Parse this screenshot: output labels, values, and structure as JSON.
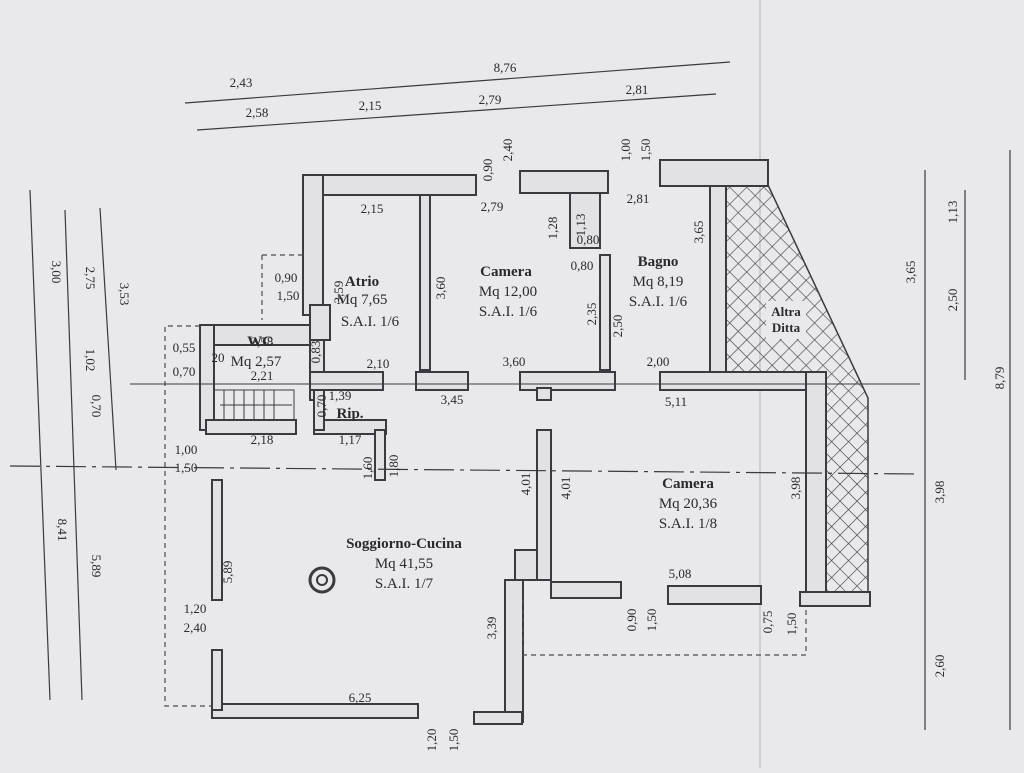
{
  "rooms": {
    "atrio": {
      "name": "Atrio",
      "area": "Mq 7,65",
      "sai": "S.A.I. 1/6"
    },
    "camera1": {
      "name": "Camera",
      "area": "Mq 12,00",
      "sai": "S.A.I. 1/6"
    },
    "bagno": {
      "name": "Bagno",
      "area": "Mq 8,19",
      "sai": "S.A.I. 1/6"
    },
    "wc": {
      "name": "WC",
      "area": "Mq 2,57"
    },
    "rip": {
      "name": "Rip."
    },
    "camera2": {
      "name": "Camera",
      "area": "Mq 20,36",
      "sai": "S.A.I. 1/8"
    },
    "soggiorno": {
      "name": "Soggiorno-Cucina",
      "area": "Mq 41,55",
      "sai": "S.A.I. 1/7"
    },
    "altra": {
      "line1": "Altra",
      "line2": "Ditta"
    }
  },
  "dims": {
    "top_total": "8,76",
    "top_243": "2,43",
    "top_258": "2,58",
    "top_215": "2,15",
    "top_279": "2,79",
    "top_281": "2,81",
    "w_090": "0,90",
    "w_240": "2,40",
    "w_100": "1,00",
    "w_150": "1,50",
    "in_215": "2,15",
    "in_279": "2,79",
    "in_281": "2,81",
    "in_128": "1,28",
    "in_113": "1,13",
    "in_080a": "0,80",
    "in_080b": "0,80",
    "in_365": "3,65",
    "in_359": "3,59",
    "in_360a": "3,60",
    "in_235": "2,35",
    "in_250": "2,50",
    "in_090": "0,90",
    "in_150": "1,50",
    "in_258": "2,58",
    "in_083": "0,83",
    "in_221": "2,21",
    "in_210": "2,10",
    "in_360b": "3,60",
    "in_200": "2,00",
    "in_139": "1,39",
    "in_345": "3,45",
    "in_511": "5,11",
    "in_070": "0,70",
    "in_218": "2,18",
    "in_117": "1,17",
    "in_160": "1,60",
    "in_180": "1,80",
    "in_401a": "4,01",
    "in_401b": "4,01",
    "in_398": "3,98",
    "in_508": "5,08",
    "in_090b": "0,90",
    "in_150b": "1,50",
    "in_075": "0,75",
    "in_150c": "1,50",
    "in_339": "3,39",
    "in_625": "6,25",
    "in_120a": "1,20",
    "in_150d": "1,50",
    "in_589": "5,89",
    "in_120b": "1,20",
    "in_240b": "2,40",
    "in_055": "0,55",
    "in_070b": "0,70",
    "in_020": "20",
    "in_100": "1,00",
    "in_150e": "1,50",
    "left_300": "3,00",
    "left_275": "2,75",
    "left_353": "3,53",
    "left_102": "1,02",
    "left_070": "0,70",
    "left_841": "8,41",
    "left_589": "5,89",
    "right_365": "3,65",
    "right_113": "1,13",
    "right_250": "2,50",
    "right_879": "8,79",
    "right_398": "3,98",
    "right_260": "2,60"
  }
}
